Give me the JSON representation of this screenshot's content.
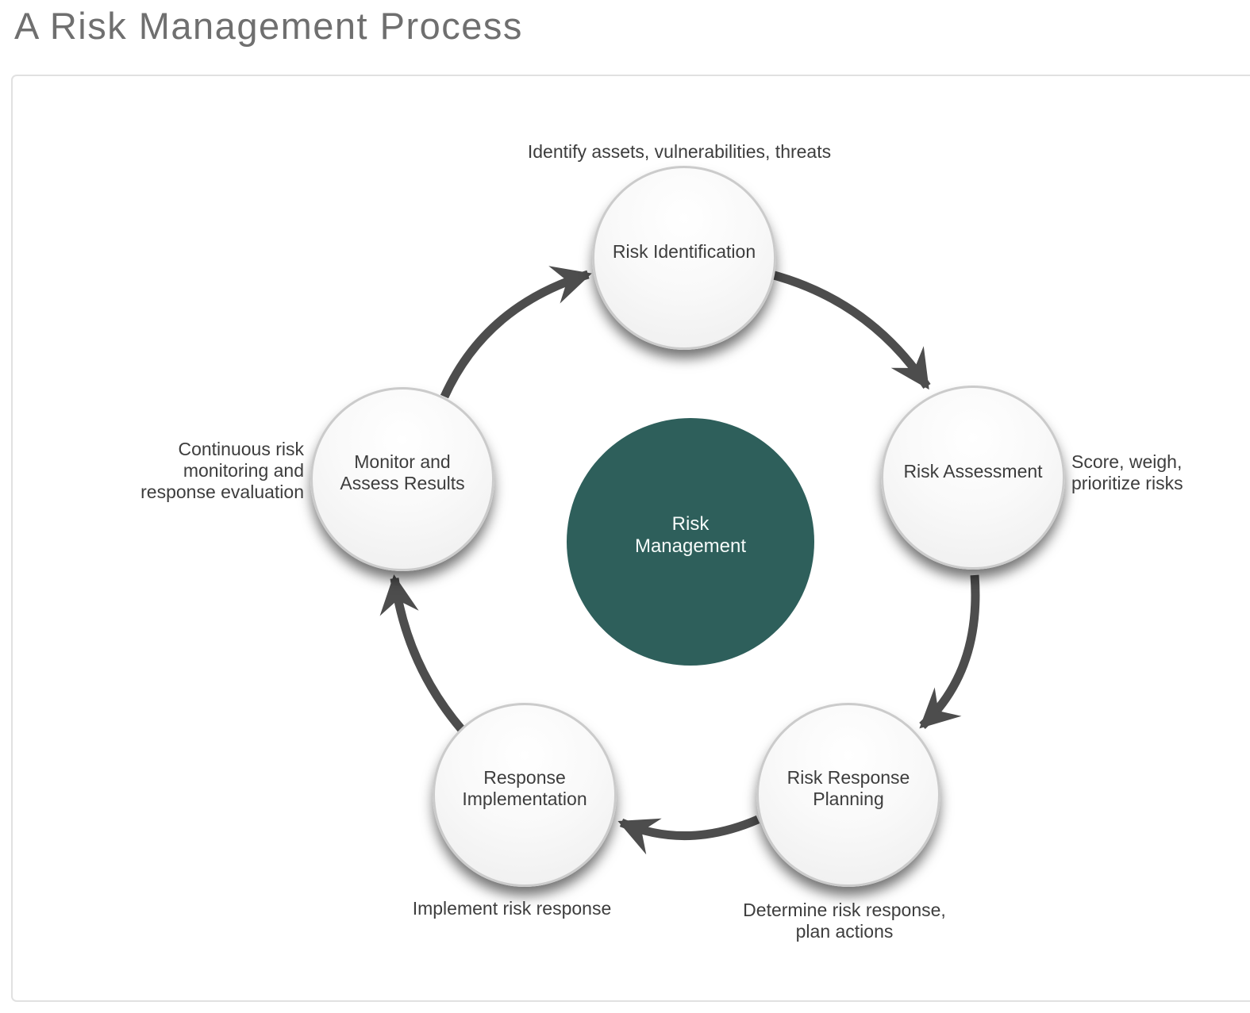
{
  "page": {
    "title": "A Risk Management Process"
  },
  "colors": {
    "accent_teal": "#2e5f5b",
    "arrow": "#4d4d4d",
    "node_border": "#cbcbcb",
    "panel_border": "#e1e1e1",
    "title_text": "#6f6f6f",
    "label_text": "#3d3d3d",
    "center_text": "#f6fbfa"
  },
  "diagram": {
    "type": "cycle",
    "direction": "clockwise",
    "center": {
      "label": "Risk\nManagement"
    },
    "nodes": [
      {
        "label": "Risk Identification",
        "annotation": "Identify assets, vulnerabilities, threats"
      },
      {
        "label": "Risk Assessment",
        "annotation": "Score, weigh,\nprioritize risks"
      },
      {
        "label": "Risk Response\nPlanning",
        "annotation": "Determine risk response,\nplan actions"
      },
      {
        "label": "Response\nImplementation",
        "annotation": "Implement risk response"
      },
      {
        "label": "Monitor and\nAssess Results",
        "annotation": "Continuous risk\nmonitoring and\nresponse evaluation"
      }
    ]
  }
}
